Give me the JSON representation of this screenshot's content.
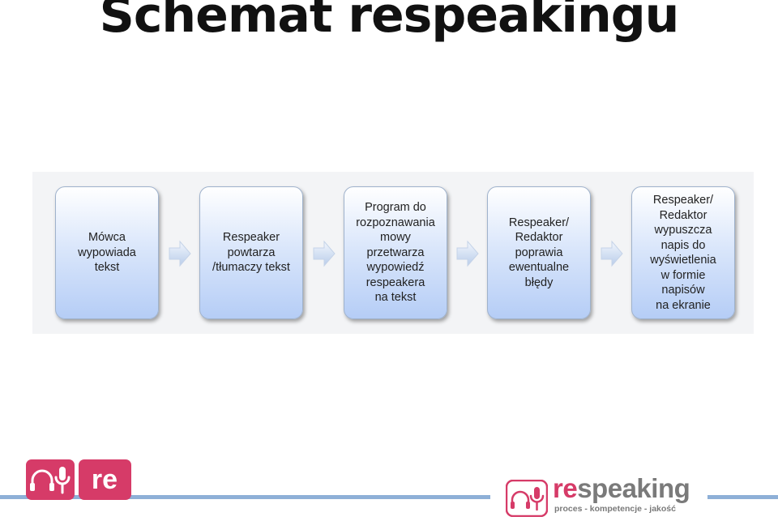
{
  "title": "Schemat respeakingu",
  "steps": [
    {
      "text": "Mówca\nwypowiada\ntekst"
    },
    {
      "text": "Respeaker\npowtarza\n/tłumaczy tekst"
    },
    {
      "text": "Program do\nrozpoznawania\nmowy\nprzetwarza\nwypowiedź\nrespeakera\nna tekst"
    },
    {
      "text": "Respeaker/\nRedaktor\npoprawia\newentualne\nbłędy"
    },
    {
      "text": "Respeaker/\nRedaktor\nwypuszcza\nnapis do\nwyświetlenia\nw formie\nnapisów\nna ekranie"
    }
  ],
  "logo_left": {
    "text": "re",
    "icon": "headphones-microphone-icon"
  },
  "brand": {
    "prefix": "re",
    "rest": "speaking",
    "tagline": "proces - kompetencje - jakość",
    "icon": "headphones-microphone-icon"
  },
  "colors": {
    "accent": "#d63b68",
    "box_top": "#ffffff",
    "box_bottom": "#b5cdf6",
    "line": "#8eb0d7"
  }
}
